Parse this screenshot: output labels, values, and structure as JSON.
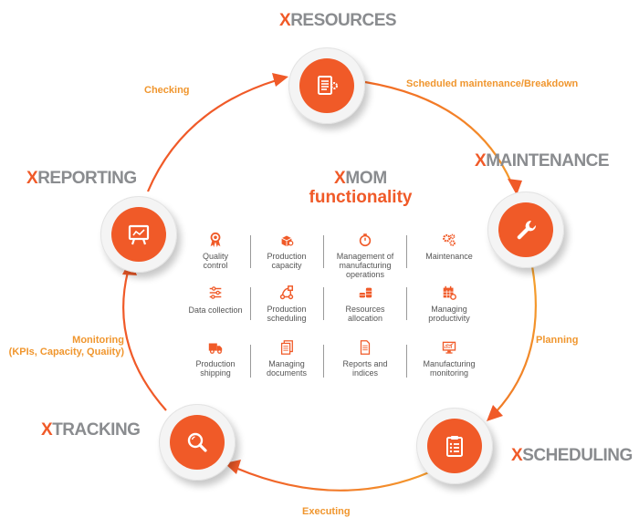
{
  "diagram": {
    "accent_color": "#f05a28",
    "label_color": "#f0962e",
    "title_gray": "#8a8c8f",
    "center": {
      "title_prefix": "X",
      "title_rest": "MOM",
      "subtitle": "functionality"
    },
    "modules": [
      {
        "prefix": "X",
        "name": "RESOURCES",
        "icon": "document-gear-icon"
      },
      {
        "prefix": "X",
        "name": "MAINTENANCE",
        "icon": "wrench-icon"
      },
      {
        "prefix": "X",
        "name": "SCHEDULING",
        "icon": "clipboard-list-icon"
      },
      {
        "prefix": "X",
        "name": "TRACKING",
        "icon": "magnifier-icon"
      },
      {
        "prefix": "X",
        "name": "REPORTING",
        "icon": "presentation-board-icon"
      }
    ],
    "edges": [
      {
        "from": "RESOURCES",
        "to": "MAINTENANCE",
        "label": "Scheduled maintenance/Breakdown"
      },
      {
        "from": "MAINTENANCE",
        "to": "SCHEDULING",
        "label": "Planning"
      },
      {
        "from": "SCHEDULING",
        "to": "TRACKING",
        "label": "Executing"
      },
      {
        "from": "TRACKING",
        "to": "REPORTING",
        "label_line1": "Monitoring",
        "label_line2": "(KPIs, Capacity, Quaiity)"
      },
      {
        "from": "REPORTING",
        "to": "RESOURCES",
        "label": "Checking"
      }
    ],
    "functions": [
      {
        "label_line1": "Quality",
        "label_line2": "control",
        "label_line3": "",
        "icon": "award-ribbon-icon"
      },
      {
        "label_line1": "Production",
        "label_line2": "capacity",
        "label_line3": "",
        "icon": "cubes-icon"
      },
      {
        "label_line1": "Management of",
        "label_line2": "manufacturing",
        "label_line3": "operations",
        "icon": "stopwatch-icon"
      },
      {
        "label_line1": "Maintenance",
        "label_line2": "",
        "label_line3": "",
        "icon": "gears-icon"
      },
      {
        "label_line1": "Data collection",
        "label_line2": "",
        "label_line3": "",
        "icon": "sliders-icon"
      },
      {
        "label_line1": "Production",
        "label_line2": "scheduling",
        "label_line3": "",
        "icon": "workflow-icon"
      },
      {
        "label_line1": "Resources",
        "label_line2": "allocation",
        "label_line3": "",
        "icon": "coin-stacks-icon"
      },
      {
        "label_line1": "Managing",
        "label_line2": "productivity",
        "label_line3": "",
        "icon": "calendar-gear-icon"
      },
      {
        "label_line1": "Production",
        "label_line2": "shipping",
        "label_line3": "",
        "icon": "truck-icon"
      },
      {
        "label_line1": "Managing",
        "label_line2": "documents",
        "label_line3": "",
        "icon": "documents-icon"
      },
      {
        "label_line1": "Reports and",
        "label_line2": "indices",
        "label_line3": "",
        "icon": "report-icon"
      },
      {
        "label_line1": "Manufacturing",
        "label_line2": "monitoring",
        "label_line3": "",
        "icon": "monitor-chart-icon"
      }
    ]
  }
}
